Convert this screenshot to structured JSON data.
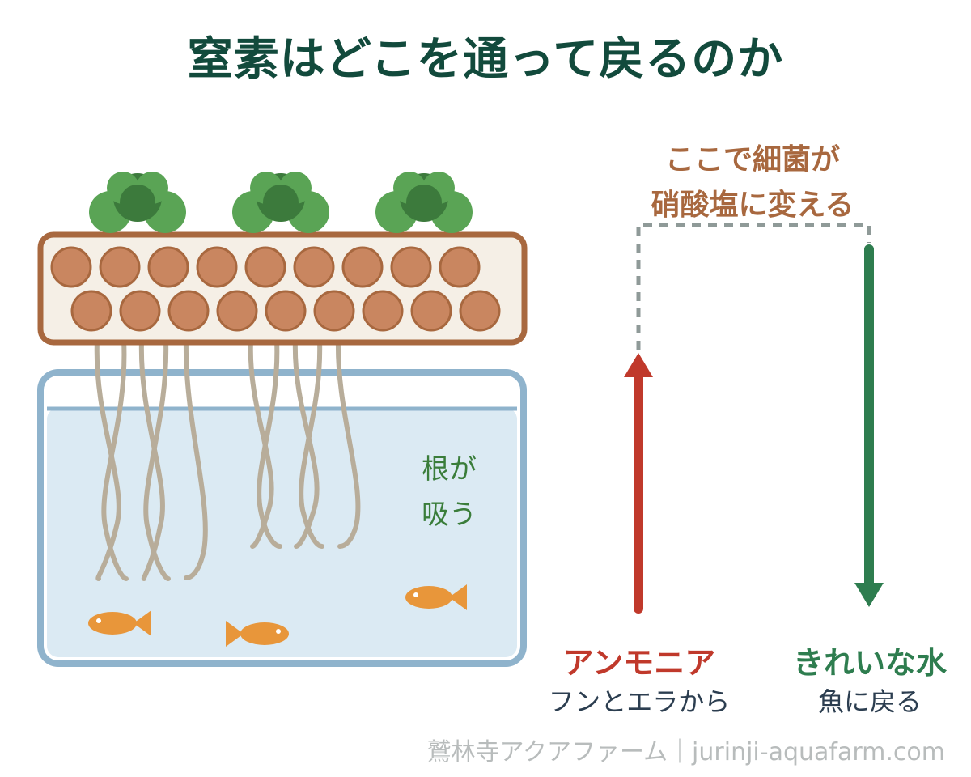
{
  "title": "窒素はどこを通って戻るのか",
  "bacteria_note": {
    "line1": "ここで細菌が",
    "line2": "硝酸塩に変える"
  },
  "roots_note": {
    "line1": "根が",
    "line2": "吸う"
  },
  "ammonia": {
    "label": "アンモニア",
    "sub": "フンとエラから"
  },
  "clean_water": {
    "label": "きれいな水",
    "sub": "魚に戻る"
  },
  "footer": "鷲林寺アクアファーム｜jurinji-aquafarm.com",
  "colors": {
    "title": "#124a3c",
    "bacteria_text": "#a8683f",
    "root_text": "#3a7d3a",
    "ammonia_arrow": "#c0392b",
    "clean_arrow": "#2e7d4f",
    "clay_ball": "#c98660",
    "grow_bed_border": "#a8683f",
    "grow_bed_fill": "#f5efe6",
    "tank_border": "#8fb3cc",
    "water": "#dbeaf3",
    "fish": "#e8963a",
    "plant_light": "#5aa455",
    "plant_dark": "#3c7a3c",
    "roots": "#b8ad9a",
    "dashed_path": "#8f9a98"
  },
  "icons": [
    "plant-icon",
    "clay-ball-icon",
    "fish-icon",
    "arrow-up-icon",
    "arrow-down-icon"
  ]
}
